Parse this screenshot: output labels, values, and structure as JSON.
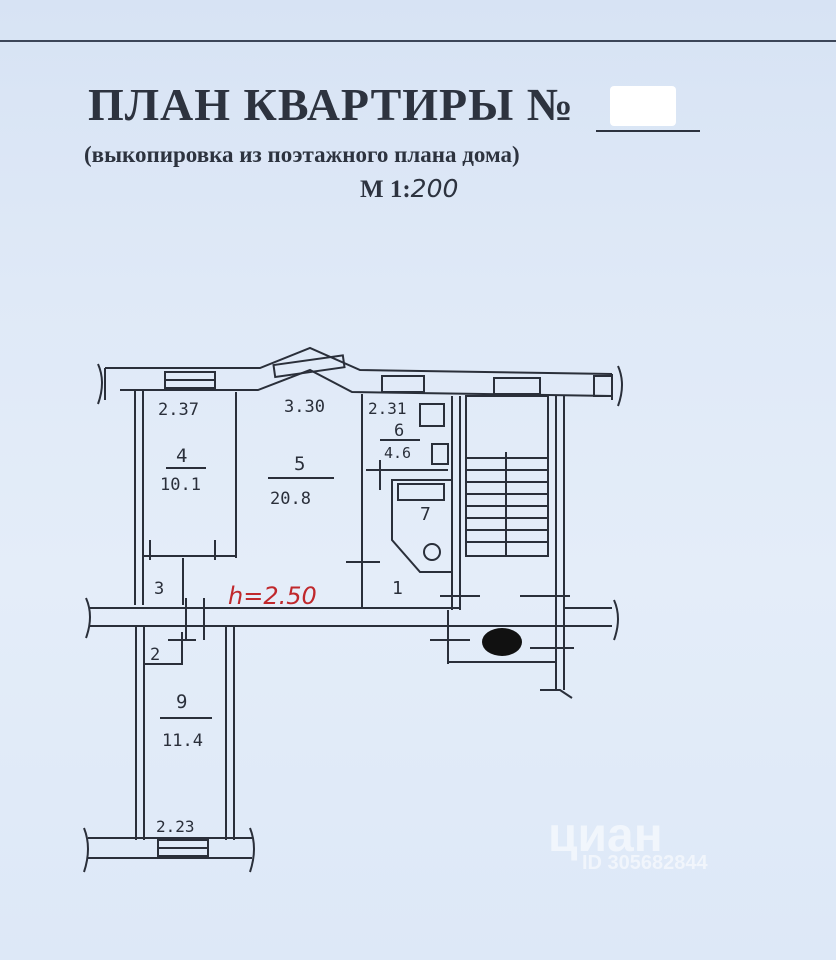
{
  "header": {
    "title": "ПЛАН КВАРТИРЫ №",
    "subtitle": "(выкопировка из поэтажного плана дома)",
    "scale_prefix": "М 1:",
    "scale_value": "200"
  },
  "plan": {
    "ceiling_height": "h=2.50",
    "rooms": [
      {
        "dim": "2.37",
        "number": "4",
        "area": "10.1"
      },
      {
        "dim": "3.30",
        "number": "5",
        "area": "20.8"
      },
      {
        "dim": "2.31",
        "number": "6",
        "area": "4.6"
      },
      {
        "number": "7"
      },
      {
        "number": "1"
      },
      {
        "number": "3"
      },
      {
        "number": "2"
      },
      {
        "number": "9",
        "area": "11.4",
        "dim": "2.23"
      }
    ]
  },
  "watermark": {
    "brand": "циан",
    "id": "ID 305682844"
  },
  "colors": {
    "paper": "#dfe9f7",
    "ink": "#2a2f3a",
    "red_ink": "#c0282c"
  }
}
